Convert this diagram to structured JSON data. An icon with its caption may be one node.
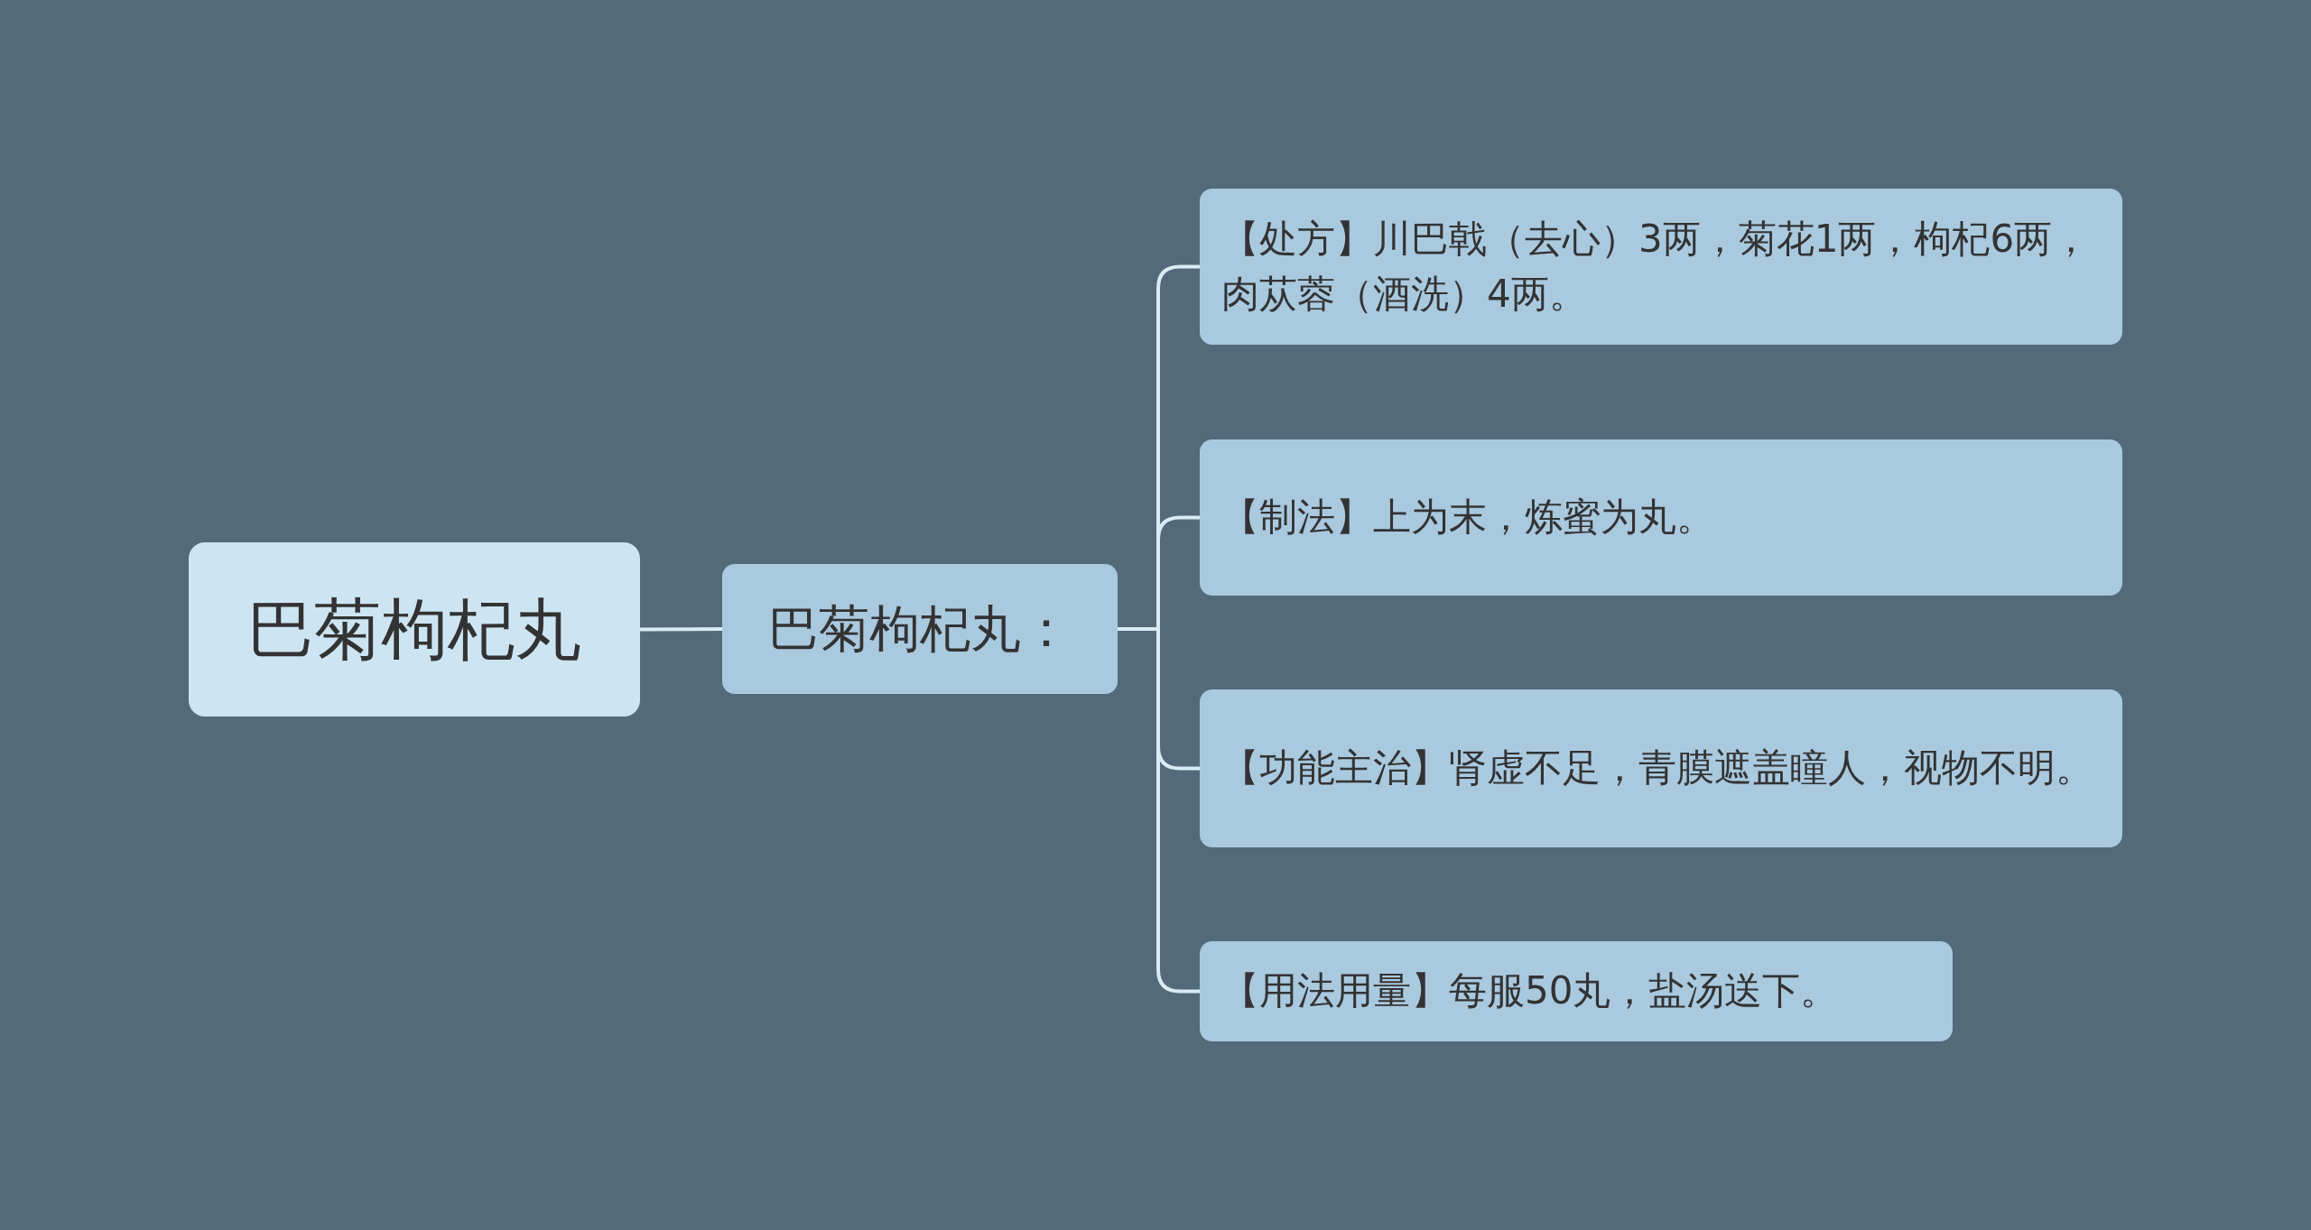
{
  "diagram": {
    "nodes": [
      {
        "text": [
          "巴菊枸杞丸"
        ]
      },
      {
        "text": [
          "巴菊枸杞丸："
        ]
      },
      {
        "text": [
          "【处方】川巴戟（去心）3两，菊花1两，枸杞6两，肉苁蓉（酒洗）4两。"
        ]
      },
      {
        "text": [
          "【制法】上为末，炼蜜为丸。"
        ]
      },
      {
        "text": [
          "【功能主治】肾虚不足，青膜遮盖瞳人，视物不明。"
        ]
      },
      {
        "text": [
          "【用法用量】每服50丸，盐汤送下。"
        ]
      }
    ],
    "edges": [
      {
        "from": 0,
        "to": 1,
        "arrow": "none"
      },
      {
        "from": 1,
        "to": 2,
        "arrow": "none"
      },
      {
        "from": 1,
        "to": 3,
        "arrow": "none"
      },
      {
        "from": 1,
        "to": 4,
        "arrow": "none"
      },
      {
        "from": 1,
        "to": 5,
        "arrow": "none"
      }
    ]
  }
}
